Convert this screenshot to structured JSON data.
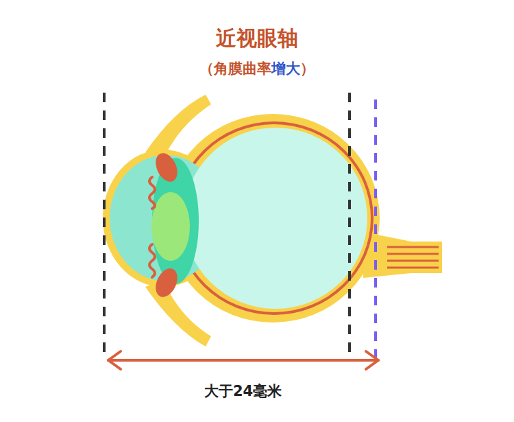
{
  "diagram": {
    "title": "近视眼轴",
    "labels": [
      "（角膜曲率",
      "增大",
      "）",
      "大于24毫米"
    ]
  }
}
